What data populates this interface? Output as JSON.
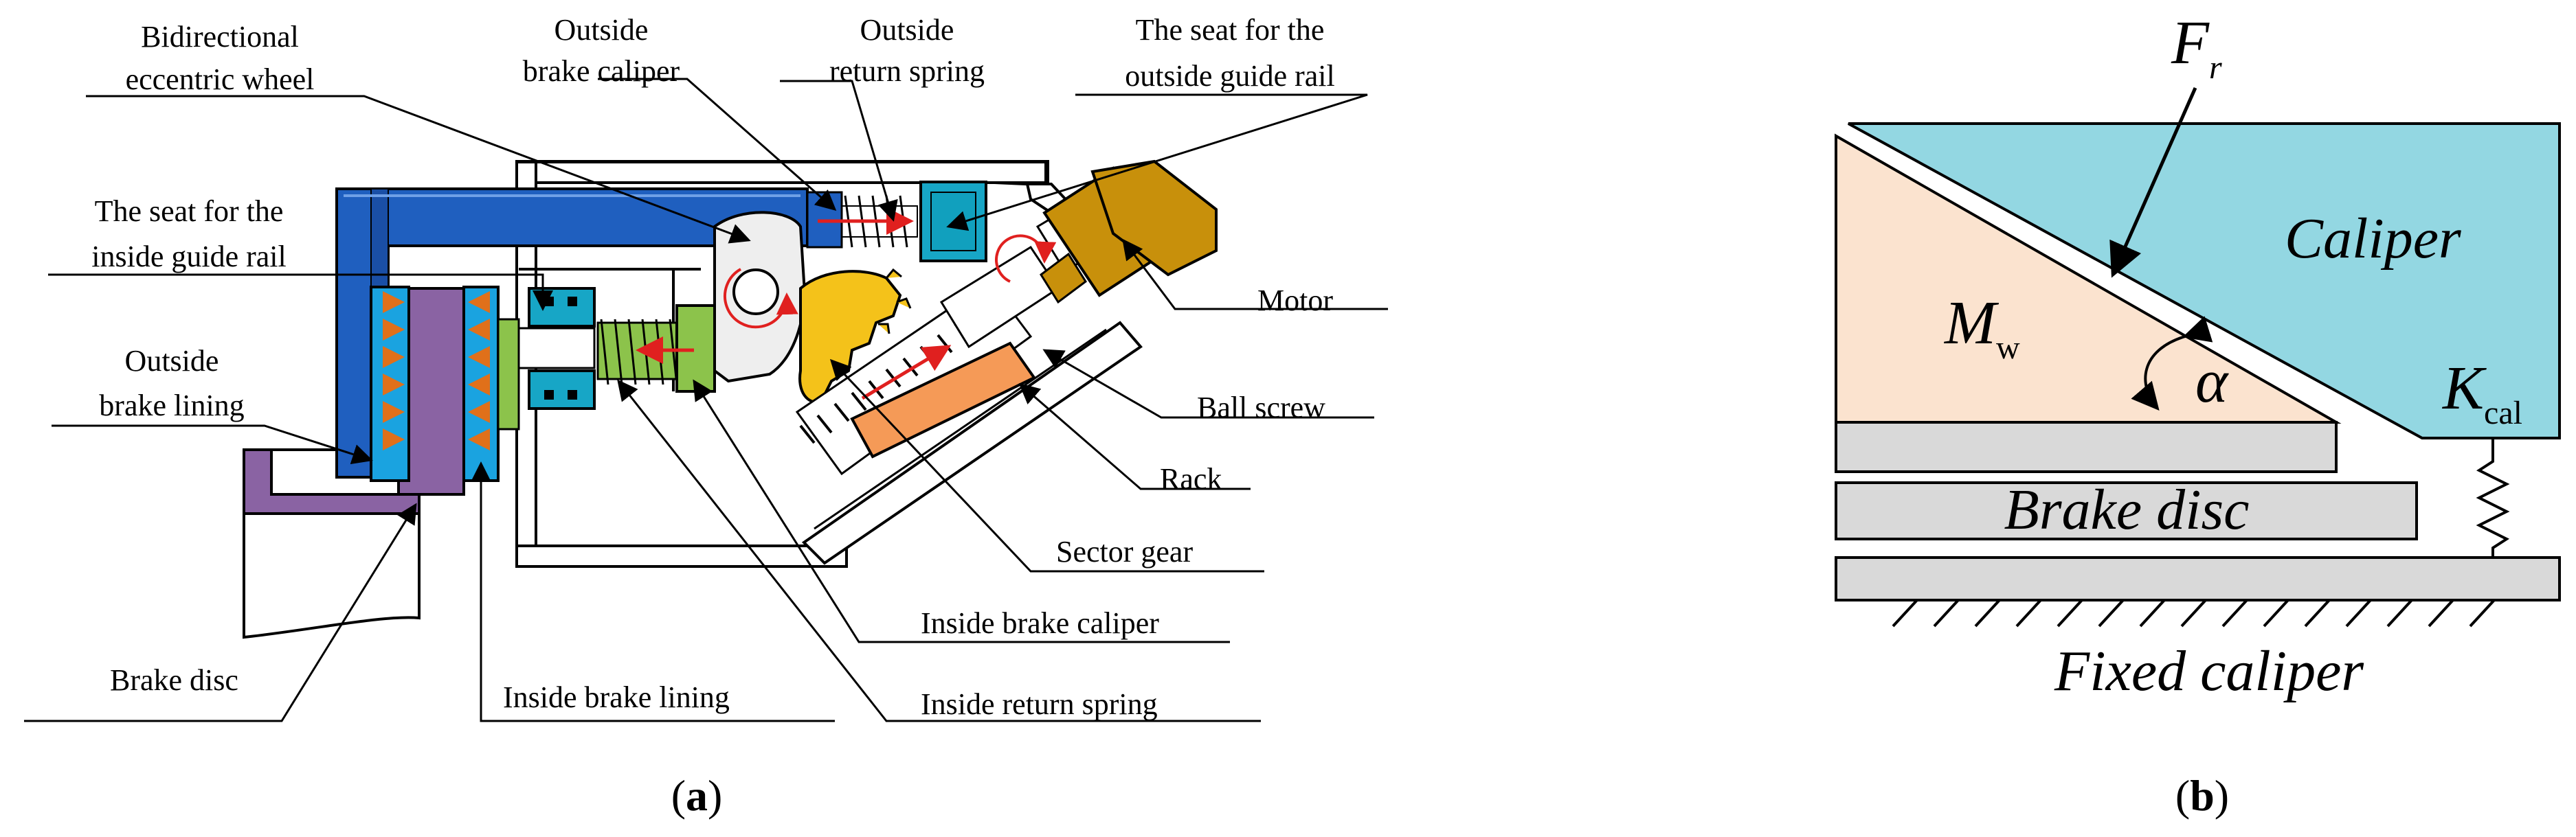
{
  "panel_a": {
    "labels": {
      "eccentric_1": "Bidirectional",
      "eccentric_2": "eccentric wheel",
      "outside_caliper_1": "Outside",
      "outside_caliper_2": "brake caliper",
      "outside_spring_1": "Outside",
      "outside_spring_2": "return spring",
      "outside_seat_1": "The seat for the",
      "outside_seat_2": "outside guide rail",
      "inside_seat_1": "The seat for the",
      "inside_seat_2": "inside guide rail",
      "outside_lining_1": "Outside",
      "outside_lining_2": "brake lining",
      "motor": "Motor",
      "ball_screw": "Ball screw",
      "rack": "Rack",
      "sector_gear": "Sector gear",
      "inside_caliper": "Inside brake caliper",
      "inside_spring": "Inside return spring",
      "brake_disc": "Brake disc",
      "inside_lining": "Inside brake lining"
    },
    "caption_open": "(",
    "caption_letter": "a",
    "caption_close": ")"
  },
  "panel_b": {
    "force": "F",
    "force_sub": "r",
    "caliper": "Caliper",
    "mass": "M",
    "mass_sub": "w",
    "angle": "α",
    "stiffness": "K",
    "stiffness_sub": "cal",
    "brake_disc": "Brake disc",
    "fixed_caliper": "Fixed caliper",
    "caption_open": "(",
    "caption_letter": "b",
    "caption_close": ")"
  },
  "colors": {
    "caliper_blue": "#1f5fbf",
    "disc_purple": "#8a63a3",
    "seat_teal": "#17a6c6",
    "lining_blue": "#1aa3e0",
    "lining_green": "#8cc34b",
    "motor_gold": "#c8900b",
    "gear_yellow": "#f4c21a",
    "rack_orange": "#f59a57",
    "wedge_peach": "#fbe3cf",
    "caliper_cyan": "#93d7e2",
    "plate_gray": "#d9d9d9",
    "arrow_red": "#e0201f",
    "arrow_orange": "#e0701a"
  }
}
